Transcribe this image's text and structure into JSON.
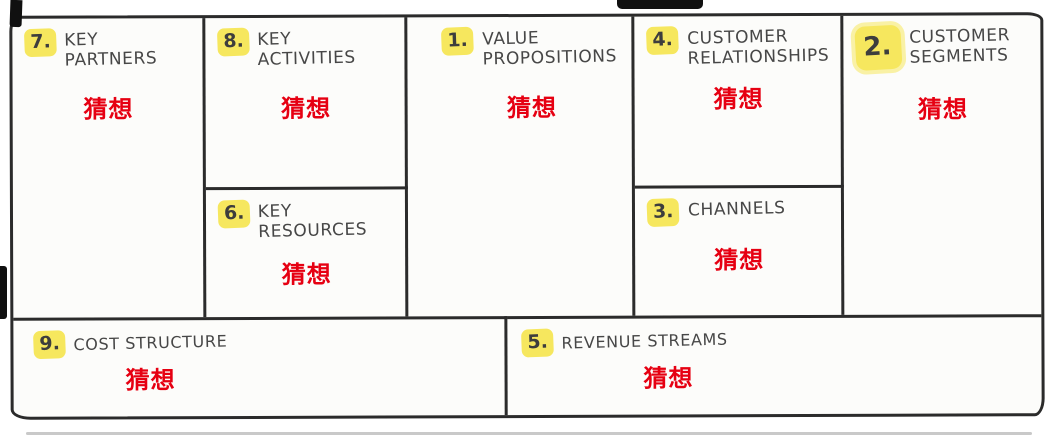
{
  "canvas": {
    "sections": [
      {
        "id": "key-partners",
        "number": "7.",
        "title": "KEY\nPARTNERS",
        "annotation": "猜想"
      },
      {
        "id": "key-activities",
        "number": "8.",
        "title": "KEY\nACTIVITIES",
        "annotation": "猜想"
      },
      {
        "id": "key-resources",
        "number": "6.",
        "title": "KEY\nRESOURCES",
        "annotation": "猜想"
      },
      {
        "id": "value-propositions",
        "number": "1.",
        "title": "VALUE\nPROPOSITIONS",
        "annotation": "猜想"
      },
      {
        "id": "customer-relationships",
        "number": "4.",
        "title": "CUSTOMER\nRELATIONSHIPS",
        "annotation": "猜想"
      },
      {
        "id": "channels",
        "number": "3.",
        "title": "CHANNELS",
        "annotation": "猜想"
      },
      {
        "id": "customer-segments",
        "number": "2.",
        "title": "CUSTOMER\nSEGMENTS",
        "annotation": "猜想"
      },
      {
        "id": "cost-structure",
        "number": "9.",
        "title": "COST STRUCTURE",
        "annotation": "猜想"
      },
      {
        "id": "revenue-streams",
        "number": "5.",
        "title": "REVENUE STREAMS",
        "annotation": "猜想"
      }
    ],
    "colors": {
      "number_highlight": "#f6e75e",
      "annotation_red": "#e60012",
      "line": "#2b2b2b",
      "background": "#fcfcfa"
    }
  }
}
